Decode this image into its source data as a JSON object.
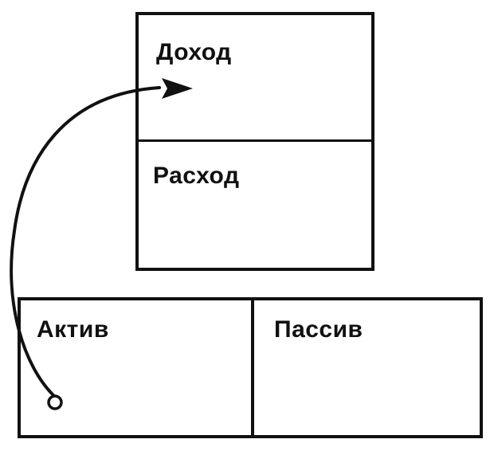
{
  "top_table": {
    "upper_label": "Доход",
    "lower_label": "Расход"
  },
  "bottom_table": {
    "left_label": "Актив",
    "right_label": "Пассив"
  }
}
